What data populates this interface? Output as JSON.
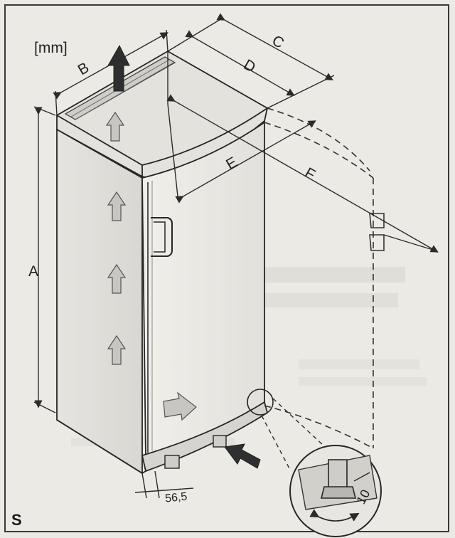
{
  "unit_label": "[mm]",
  "dimensions": {
    "a": "A",
    "b": "B",
    "c": "C",
    "d": "D",
    "e": "E",
    "f": "F",
    "gap": "56,5",
    "detail_size": "10"
  },
  "corner_mark": "S",
  "colors": {
    "background": "#eceae5",
    "line": "#262626",
    "arrow_fill": "#2f2f2f",
    "arrow_light": "#c8c6c2"
  }
}
